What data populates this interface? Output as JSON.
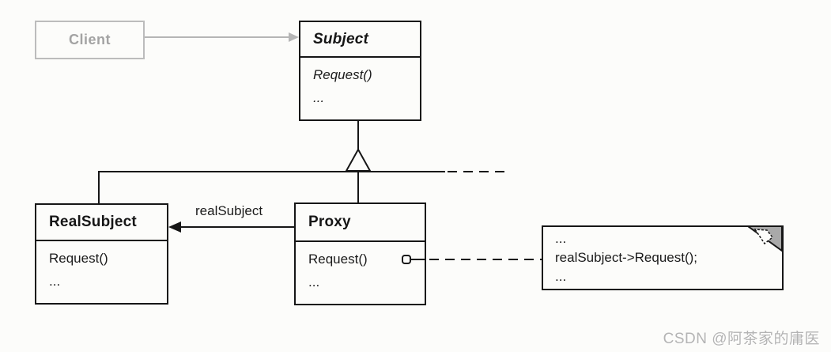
{
  "classes": {
    "client": {
      "name": "Client"
    },
    "subject": {
      "name": "Subject",
      "methods": [
        "Request()",
        "..."
      ]
    },
    "real_subject": {
      "name": "RealSubject",
      "methods": [
        "Request()",
        "..."
      ]
    },
    "proxy": {
      "name": "Proxy",
      "methods": [
        "Request()",
        "..."
      ]
    }
  },
  "relations": {
    "association_label": "realSubject"
  },
  "note": {
    "lines": [
      "...",
      "realSubject->Request();",
      "..."
    ]
  },
  "watermark": "CSDN @阿茶家的庸医",
  "colors": {
    "line": "#161616",
    "muted_line": "#b5b5b5",
    "muted_text": "#a3a3a3",
    "note_fold_gray": "#a9a9a9",
    "background": "#fcfcfa",
    "watermark": "#b4b4b4"
  }
}
